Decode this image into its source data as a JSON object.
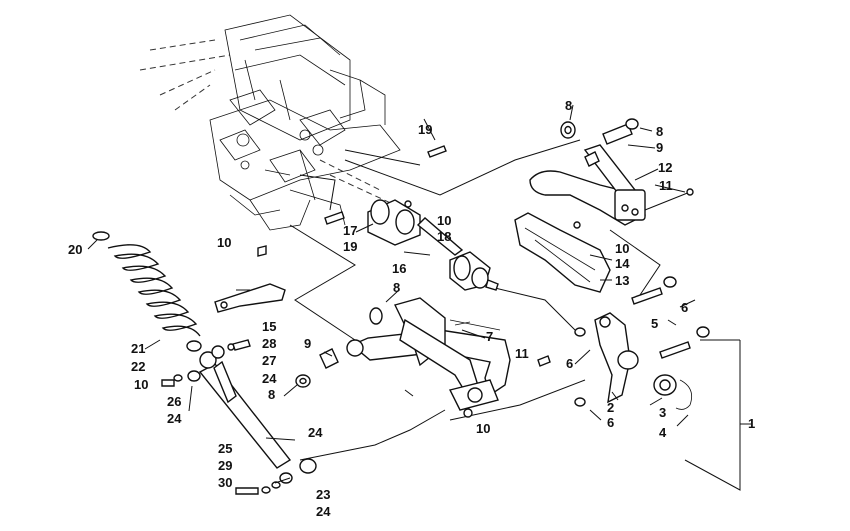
{
  "diagram": {
    "callouts": [
      {
        "id": "c1",
        "label": "1"
      },
      {
        "id": "c2",
        "label": "2"
      },
      {
        "id": "c3",
        "label": "3"
      },
      {
        "id": "c4",
        "label": "4"
      },
      {
        "id": "c5",
        "label": "5"
      },
      {
        "id": "c6a",
        "label": "6"
      },
      {
        "id": "c6b",
        "label": "6"
      },
      {
        "id": "c6c",
        "label": "6"
      },
      {
        "id": "c7",
        "label": "7"
      },
      {
        "id": "c8a",
        "label": "8"
      },
      {
        "id": "c8b",
        "label": "8"
      },
      {
        "id": "c8c",
        "label": "8"
      },
      {
        "id": "c8d",
        "label": "8"
      },
      {
        "id": "c9a",
        "label": "9"
      },
      {
        "id": "c9b",
        "label": "9"
      },
      {
        "id": "c10a",
        "label": "10"
      },
      {
        "id": "c10b",
        "label": "10"
      },
      {
        "id": "c10c",
        "label": "10"
      },
      {
        "id": "c10d",
        "label": "10"
      },
      {
        "id": "c10e",
        "label": "10"
      },
      {
        "id": "c11a",
        "label": "11"
      },
      {
        "id": "c11b",
        "label": "11"
      },
      {
        "id": "c12",
        "label": "12"
      },
      {
        "id": "c13",
        "label": "13"
      },
      {
        "id": "c14",
        "label": "14"
      },
      {
        "id": "c15",
        "label": "15"
      },
      {
        "id": "c16",
        "label": "16"
      },
      {
        "id": "c17",
        "label": "17"
      },
      {
        "id": "c18",
        "label": "18"
      },
      {
        "id": "c19a",
        "label": "19"
      },
      {
        "id": "c19b",
        "label": "19"
      },
      {
        "id": "c20",
        "label": "20"
      },
      {
        "id": "c21",
        "label": "21"
      },
      {
        "id": "c22",
        "label": "22"
      },
      {
        "id": "c23",
        "label": "23"
      },
      {
        "id": "c24a",
        "label": "24"
      },
      {
        "id": "c24b",
        "label": "24"
      },
      {
        "id": "c24c",
        "label": "24"
      },
      {
        "id": "c24d",
        "label": "24"
      },
      {
        "id": "c25",
        "label": "25"
      },
      {
        "id": "c26",
        "label": "26"
      },
      {
        "id": "c27",
        "label": "27"
      },
      {
        "id": "c28",
        "label": "28"
      },
      {
        "id": "c29",
        "label": "29"
      },
      {
        "id": "c30",
        "label": "30"
      }
    ]
  }
}
